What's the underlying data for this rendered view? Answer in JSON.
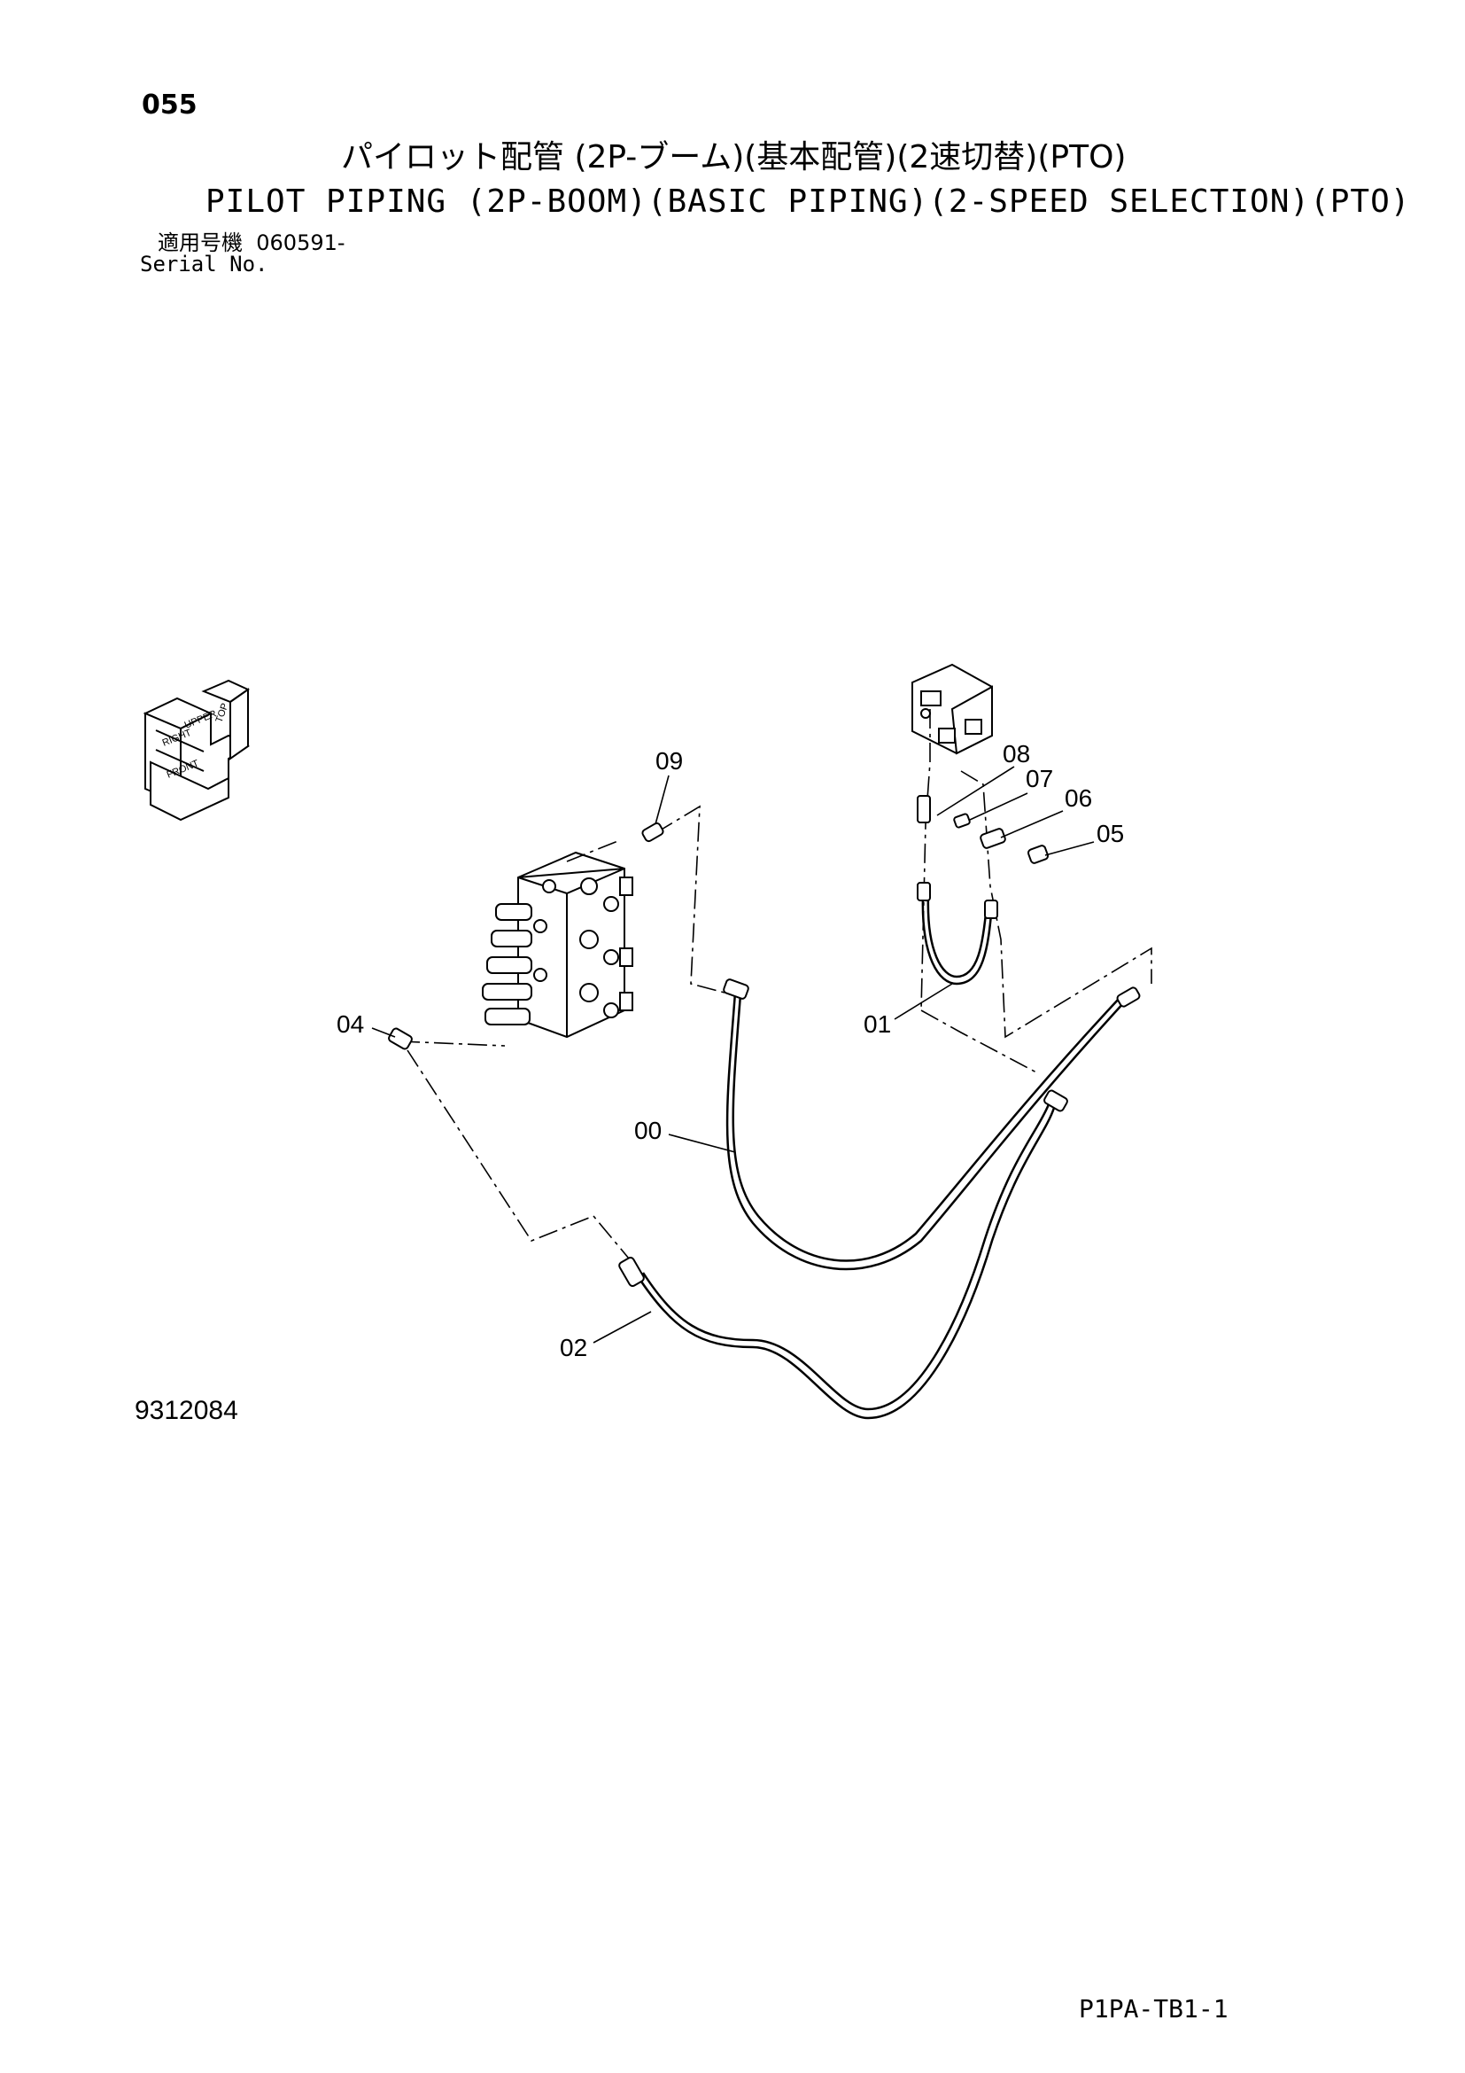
{
  "page_number": "055",
  "title_jp": "パイロット配管 (2P-ブーム)(基本配管)(2速切替)(PTO)",
  "title_en": "PILOT PIPING (2P-BOOM)(BASIC PIPING)(2-SPEED SELECTION)(PTO)",
  "serial": {
    "label_jp": "適用号機",
    "value": "060591-",
    "label_en": "Serial No."
  },
  "orientation_indicator": {
    "labels": [
      "FRONT",
      "RIGHT",
      "UPPER",
      "TOP"
    ]
  },
  "callouts": [
    "00",
    "01",
    "02",
    "04",
    "05",
    "06",
    "07",
    "08",
    "09"
  ],
  "figure_id": "9312084",
  "document_code": "P1PA-TB1-1"
}
